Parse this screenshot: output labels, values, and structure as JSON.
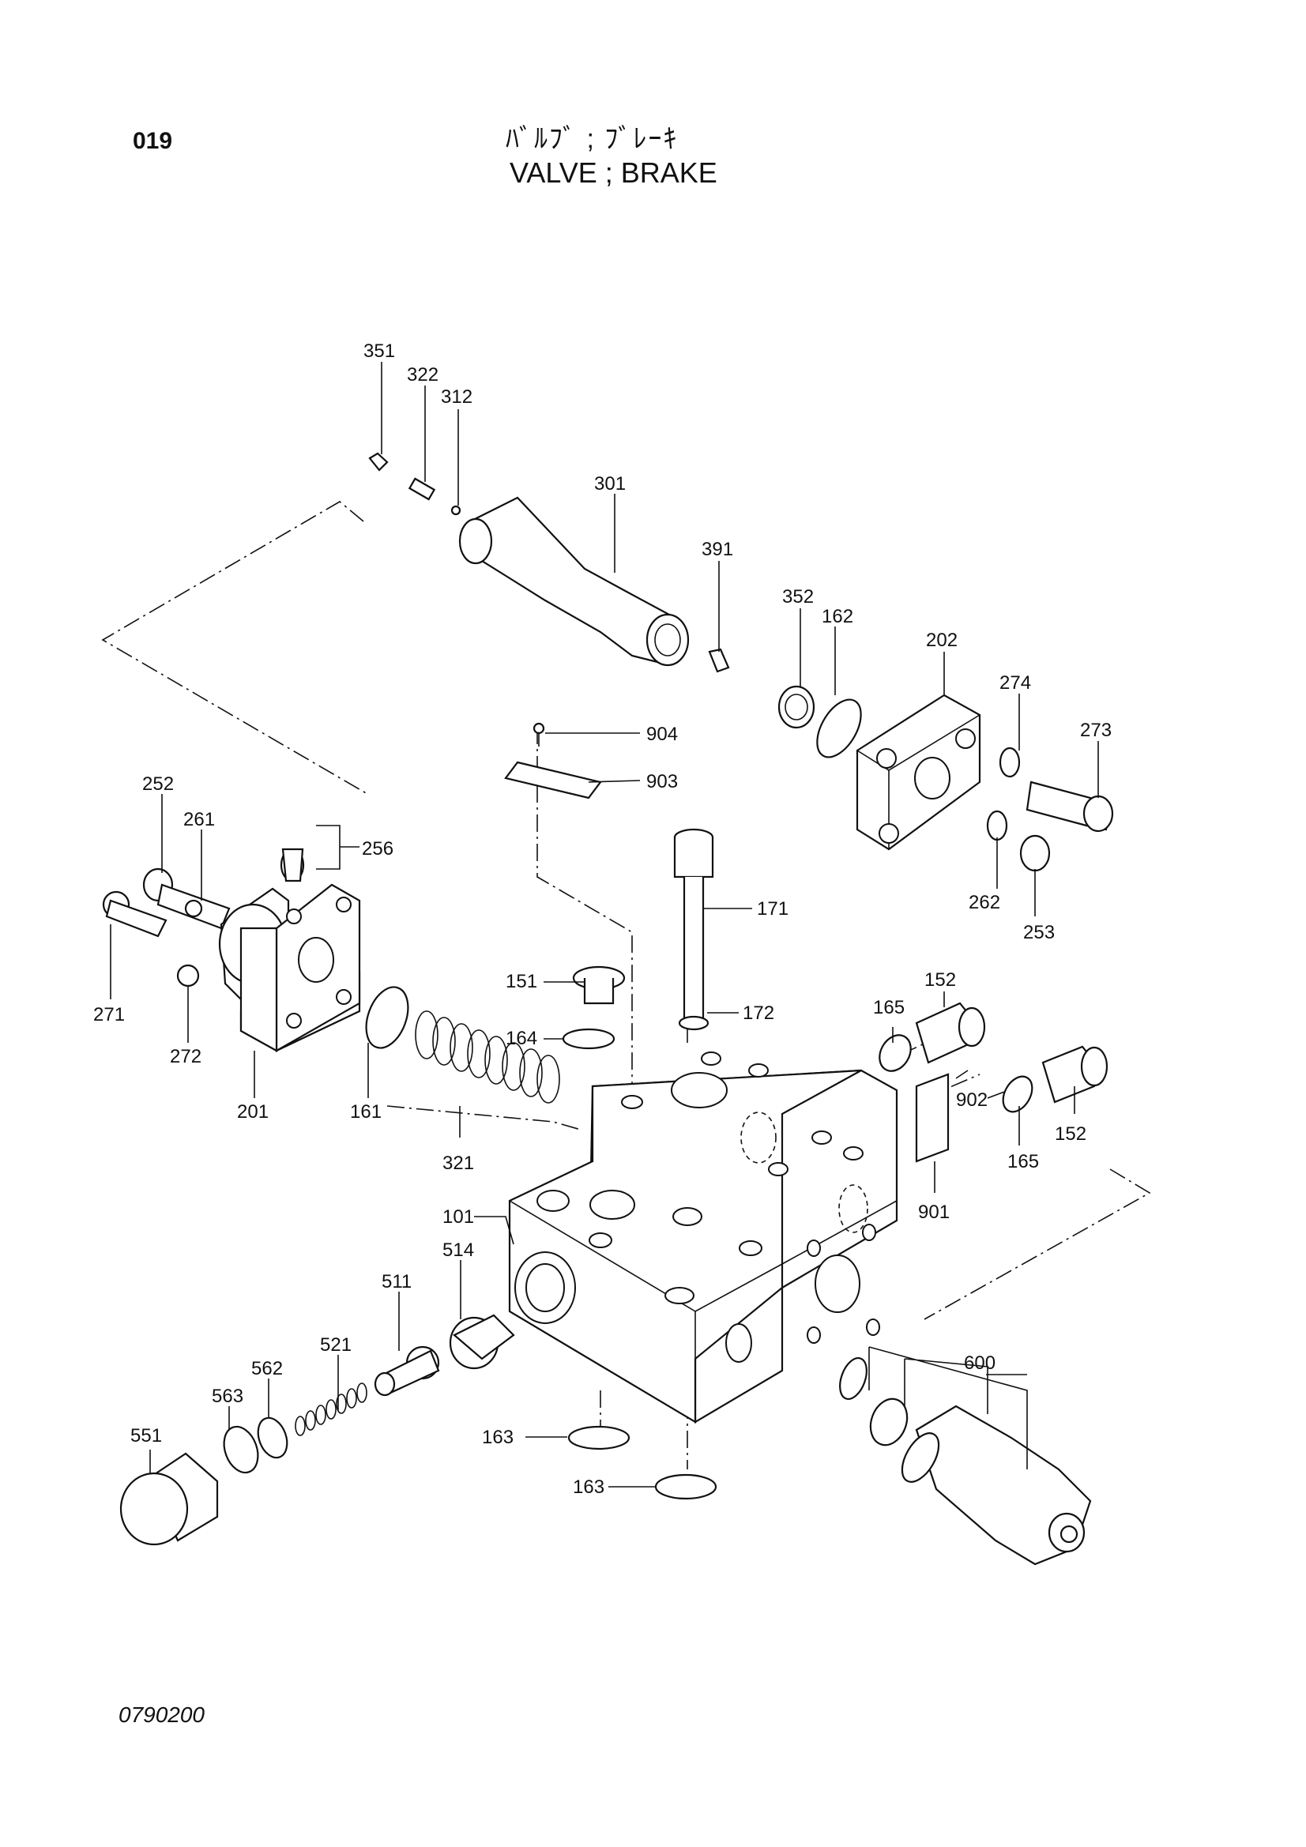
{
  "header": {
    "page_number": "019",
    "title_jp": "ﾊﾞﾙﾌﾞ ; ﾌﾞﾚｰｷ",
    "title_en": "VALVE ; BRAKE"
  },
  "footer": {
    "drawing_number": "0790200"
  },
  "callouts": {
    "p351": "351",
    "p322": "322",
    "p312": "312",
    "p301": "301",
    "p391": "391",
    "p352": "352",
    "p162": "162",
    "p202": "202",
    "p274": "274",
    "p273": "273",
    "p904": "904",
    "p903": "903",
    "p252": "252",
    "p261": "261",
    "p256": "256",
    "p262": "262",
    "p253": "253",
    "p171": "171",
    "p271": "271",
    "p272": "272",
    "p201": "201",
    "p161": "161",
    "p151": "151",
    "p164": "164",
    "p172": "172",
    "p165a": "165",
    "p152a": "152",
    "p902": "902",
    "p165b": "165",
    "p152b": "152",
    "p321": "321",
    "p901": "901",
    "p101": "101",
    "p514": "514",
    "p511": "511",
    "p521": "521",
    "p562": "562",
    "p563": "563",
    "p551": "551",
    "p600": "600",
    "p163a": "163",
    "p163b": "163"
  }
}
